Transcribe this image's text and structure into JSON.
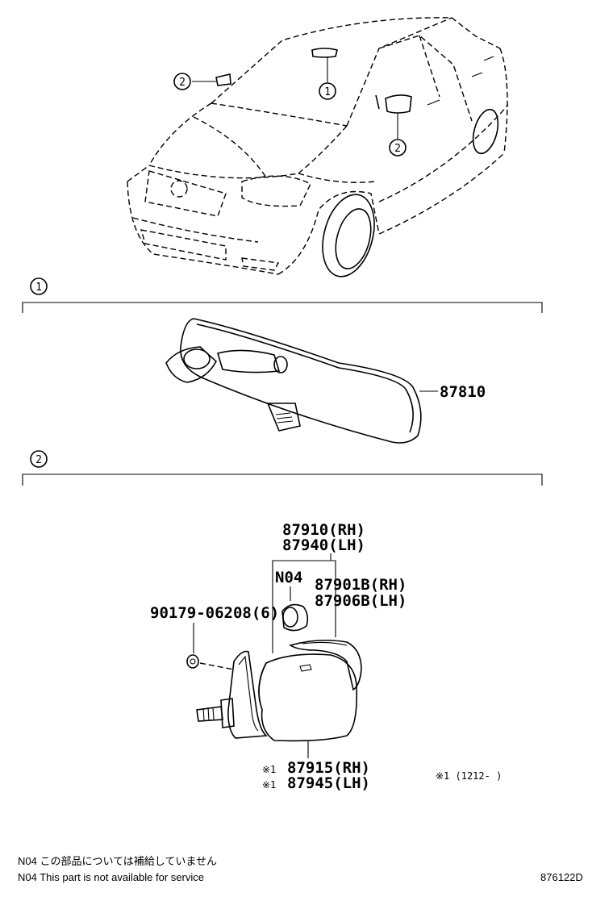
{
  "callouts": {
    "car_mirror_inner": "1",
    "car_left": "2",
    "car_door": "2",
    "section_1": "1",
    "section_2": "2"
  },
  "section1": {
    "part_inner_mirror": "87810"
  },
  "section2": {
    "outer_mirror_rh": "87910(RH)",
    "outer_mirror_lh": "87940(LH)",
    "n04_tag": "N04",
    "mirror_sub_rh": "87901B(RH)",
    "mirror_sub_lh": "87906B(LH)",
    "screw": "90179-06208(6)",
    "mark_1": "※1",
    "mark_2": "※1",
    "cover_rh": "87915(RH)",
    "cover_lh": "87945(LH)",
    "date_note": "※1 (1212-      )"
  },
  "footer": {
    "note_jp": "N04 この部品については補給していません",
    "note_en": "N04 This part is not available for service",
    "diagram_id": "876122D"
  }
}
